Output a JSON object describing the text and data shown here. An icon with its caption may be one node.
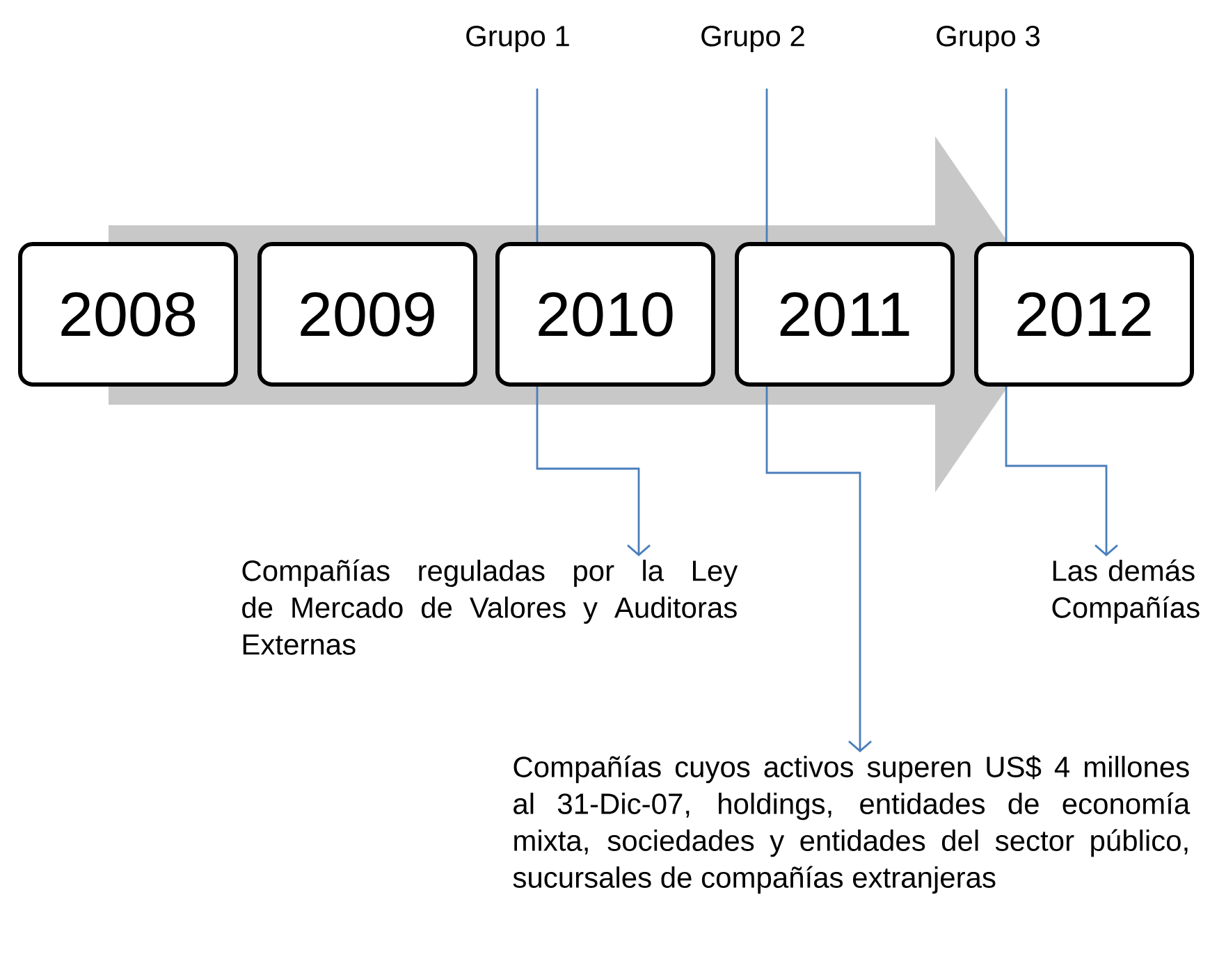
{
  "diagram": {
    "nodes": [
      {
        "text": [
          "Grupo 1"
        ]
      },
      {
        "text": [
          "Grupo 2"
        ]
      },
      {
        "text": [
          "Grupo 3"
        ]
      },
      {
        "text": [
          "2008"
        ]
      },
      {
        "text": [
          "2009"
        ]
      },
      {
        "text": [
          "2010"
        ]
      },
      {
        "text": [
          "2011"
        ]
      },
      {
        "text": [
          "2012"
        ]
      },
      {
        "text": [
          "Compañías reguladas por la Ley de Mercado de Valores y Auditoras Externas"
        ]
      },
      {
        "text": [
          "Las demás Compañías"
        ]
      },
      {
        "text": [
          "Compañías cuyos activos superen US$ 4 millones al 31-Dic-07, holdings, entidades de economía mixta, sociedades y entidades del sector público, sucursales de compañías extranjeras"
        ]
      }
    ],
    "edges": [
      {
        "from": 0,
        "to": 5,
        "arrow": "none"
      },
      {
        "from": 1,
        "to": 6,
        "arrow": "none"
      },
      {
        "from": 2,
        "to": 7,
        "arrow": "none"
      },
      {
        "from": 5,
        "to": 8,
        "arrow": "to"
      },
      {
        "from": 6,
        "to": 10,
        "arrow": "to"
      },
      {
        "from": 7,
        "to": 9,
        "arrow": "to"
      }
    ]
  }
}
